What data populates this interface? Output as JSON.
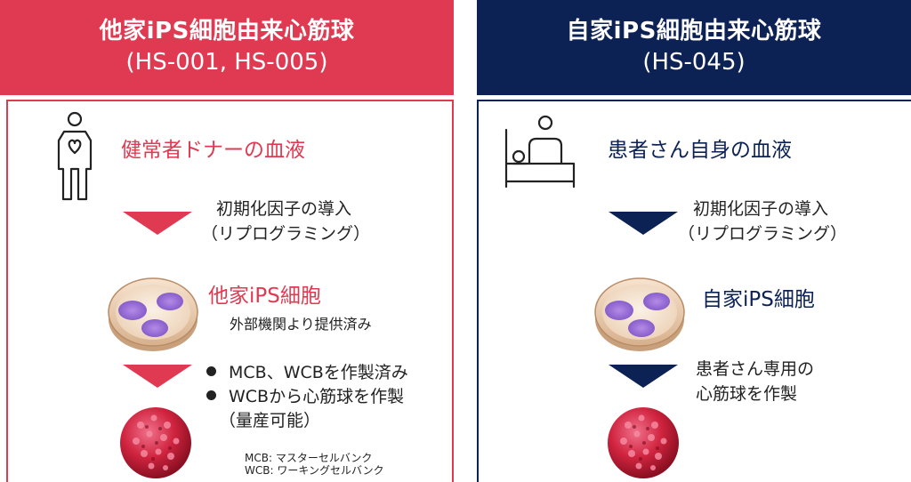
{
  "left_panel": {
    "title": "他家iPS細胞由来心筋球",
    "subtitle": "(HS-001, HS-005)",
    "source_label": "健常者ドナーの血液",
    "step1_line1": "初期化因子の導入",
    "step1_line2": "（リプログラミング）",
    "ips_label": "他家iPS細胞",
    "ips_note": "外部機関より提供済み",
    "bullets": [
      "MCB、WCBを作製済み",
      "WCBから心筋球を作製"
    ],
    "bullet2_cont": "（量産可能）",
    "footnote_line1": "MCB: マスターセルバンク",
    "footnote_line2": "WCB: ワーキングセルバンク"
  },
  "right_panel": {
    "title": "自家iPS細胞由来心筋球",
    "subtitle": "(HS-045)",
    "source_label": "患者さん自身の血液",
    "step1_line1": "初期化因子の導入",
    "step1_line2": "（リプログラミング）",
    "ips_label": "自家iPS細胞",
    "step2_line1": "患者さん専用の",
    "step2_line2": "心筋球を作製"
  },
  "icons": {
    "donor": "person-heart-icon",
    "patient": "patient-bed-icon",
    "dish": "petri-dish-image",
    "sphere": "cardiosphere-image"
  },
  "colors": {
    "red": "#e03a52",
    "navy": "#0c2255"
  }
}
